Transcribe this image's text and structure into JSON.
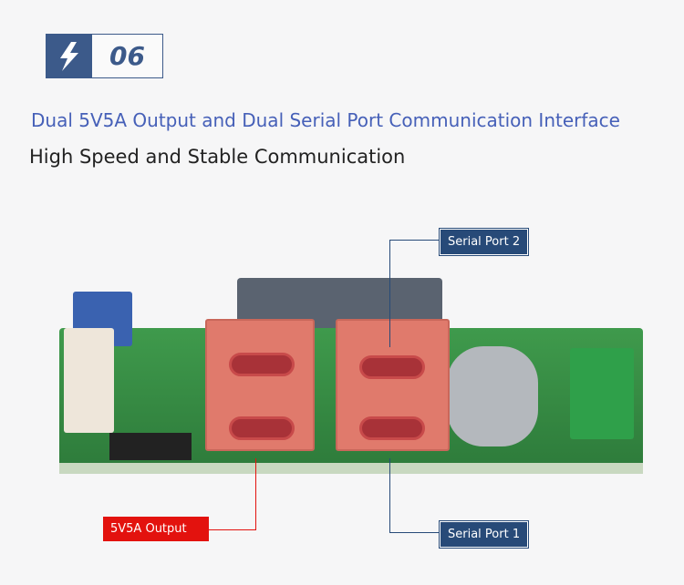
{
  "badge": {
    "icon": "lightning-bolt-icon",
    "number": "06"
  },
  "headline": "Dual 5V5A Output and Dual Serial Port Communication Interface",
  "subheadline": "High Speed and Stable Communication",
  "callouts": {
    "serial_port_2": "Serial Port 2",
    "serial_port_1": "Serial Port 1",
    "output": "5V5A Output"
  },
  "colors": {
    "accent": "#3c5a8a",
    "title": "#4660b8",
    "callout_blue": "#274a78",
    "callout_red": "#e3120e"
  }
}
